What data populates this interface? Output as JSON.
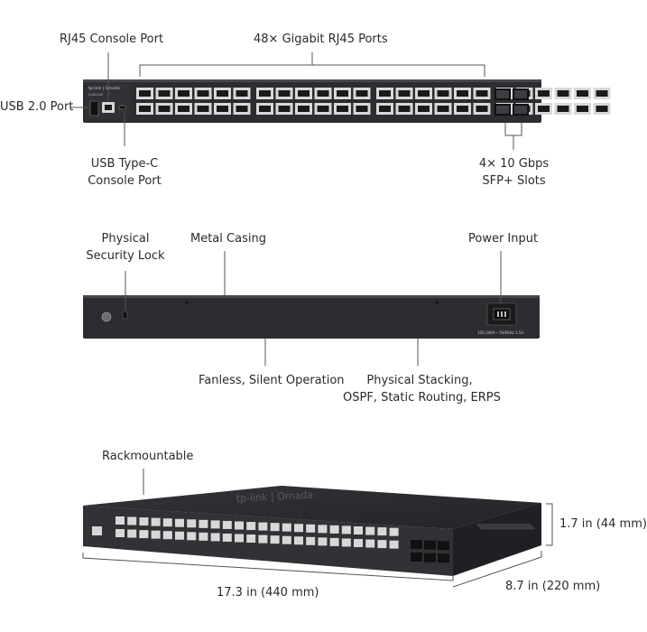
{
  "front_panel": {
    "brand_lines": [
      "tp-link | Omada",
      "SG6428X"
    ],
    "callouts": {
      "rj45_console": "RJ45 Console Port",
      "gigabit_ports": "48× Gigabit RJ45 Ports",
      "usb2": "USB 2.0 Port",
      "usbc_line1": "USB Type-C",
      "usbc_line2": "Console Port",
      "sfp_line1": "4× 10 Gbps",
      "sfp_line2": "SFP+ Slots"
    }
  },
  "rear_panel": {
    "power_rating": "100-240V~ 50/60Hz 1.5A",
    "callouts": {
      "lock_line1": "Physical",
      "lock_line2": "Security Lock",
      "metal_casing": "Metal Casing",
      "power_input": "Power Input",
      "fanless": "Fanless, Silent Operation",
      "stacking_line1": "Physical Stacking,",
      "stacking_line2": "OSPF, Static Routing, ERPS"
    }
  },
  "isometric_view": {
    "top_logo": "tp-link | Omada",
    "callouts": {
      "rackmountable": "Rackmountable",
      "height": "1.7 in (44 mm)",
      "width": "17.3 in (440 mm)",
      "depth": "8.7 in (220 mm)"
    }
  },
  "colors": {
    "chassis_dark": "#2b2d30",
    "chassis_mid": "#3a3c40",
    "port_fill": "#d8d8d8",
    "port_hole": "#1a1a1a",
    "callout_line": "#555555"
  }
}
